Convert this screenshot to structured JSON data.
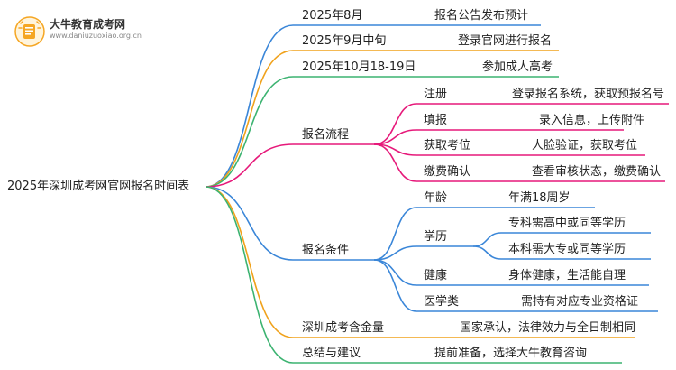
{
  "logo": {
    "title": "大牛教育成考网",
    "url": "www.daniuzuoxiao.org.cn"
  },
  "root": "2025年深圳成考网官网报名时间表",
  "nodes": {
    "t1": "2025年8月",
    "t1v": "报名公告发布预计",
    "t2": "2025年9月中旬",
    "t2v": "登录官网进行报名",
    "t3": "2025年10月18-19日",
    "t3v": "参加成人高考",
    "flow": "报名流程",
    "f1": "注册",
    "f1v": "登录报名系统，获取预报名号",
    "f2": "填报",
    "f2v": "录入信息，上传附件",
    "f3": "获取考位",
    "f3v": "人脸验证，获取考位",
    "f4": "缴费确认",
    "f4v": "查看审核状态，缴费确认",
    "cond": "报名条件",
    "c1": "年龄",
    "c1v": "年满18周岁",
    "c2": "学历",
    "c2a": "专科需高中或同等学历",
    "c2b": "本科需大专或同等学历",
    "c3": "健康",
    "c3v": "身体健康，生活能自理",
    "c4": "医学类",
    "c4v": "需持有对应专业资格证",
    "val": "深圳成考含金量",
    "valv": "国家承认，法律效力与全日制相同",
    "sum": "总结与建议",
    "sumv": "提前准备，选择大牛教育咨询"
  },
  "colors": {
    "blue": "#3a86d8",
    "orange": "#f0a21c",
    "green": "#3cb371",
    "magenta": "#e6197a",
    "logo": "#f5a623"
  }
}
